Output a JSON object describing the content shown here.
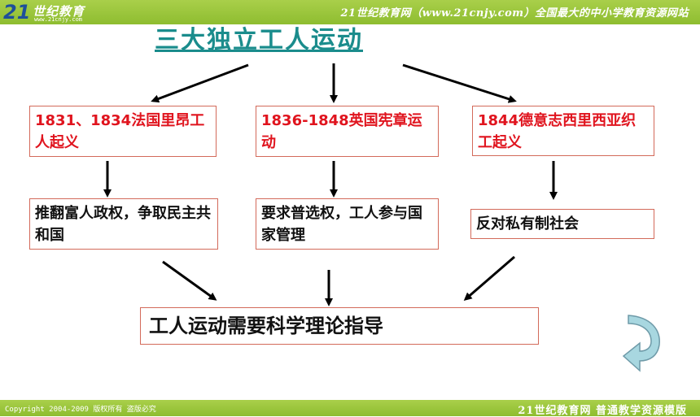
{
  "header": {
    "logo_mark": "21",
    "logo_text": "世纪教育",
    "logo_url": "www.21cnjy.com",
    "slogan": "21世纪教育网（www.21cnjy.com）全国最大的中小学教育资源网站"
  },
  "title": "三大独立工人运动",
  "movements": [
    {
      "event": "1831、1834法国里昂工人起义",
      "goal": "推翻富人政权，争取民主共和国"
    },
    {
      "event": "1836-1848英国宪章运动",
      "goal": "要求普选权，工人参与国家管理"
    },
    {
      "event": "1844德意志西里西亚织工起义",
      "goal": "反对私有制社会"
    }
  ],
  "conclusion": "工人运动需要科学理论指导",
  "footer": {
    "copyright": "Copyright 2004-2009 版权所有 盗版必究",
    "right": "21世纪教育网   普通教学资源模版"
  },
  "colors": {
    "bar": "#9ac63c",
    "title": "#1a8c8c",
    "event_text": "#e0141e",
    "box_border": "#d36a5a",
    "return_button": "#a8d7e0"
  },
  "icons": {
    "return": "curved-return-arrow-icon"
  }
}
